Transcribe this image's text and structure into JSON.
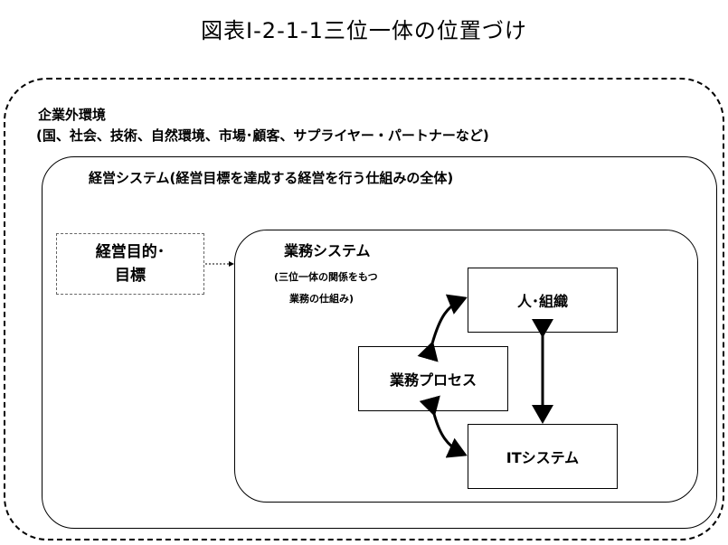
{
  "title": "図表Ⅰ-2-1-1三位一体の位置づけ",
  "environment": {
    "label": "企業外環境",
    "detail": "(国、社会、技術、自然環境、市場･顧客、サプライヤー・パートナーなど)"
  },
  "management_system": {
    "label": "経営システム(経営目標を達成する経営を行う仕組みの全体)"
  },
  "goal": {
    "line1": "経営目的･",
    "line2": "目標"
  },
  "business_system": {
    "label": "業務システム",
    "sub1": "(三位一体の関係をもつ",
    "sub2": "業務の仕組み)"
  },
  "nodes": {
    "people": "人･組織",
    "process": "業務プロセス",
    "it": "ITシステム"
  }
}
